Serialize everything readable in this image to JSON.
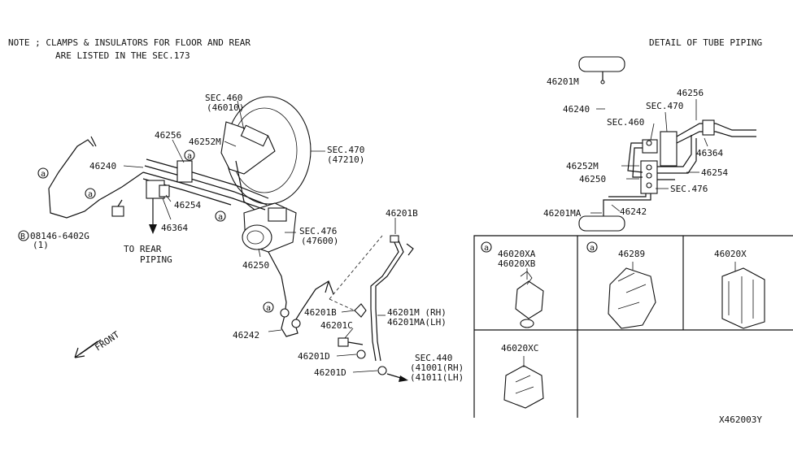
{
  "note": {
    "line1": "NOTE ; CLAMPS & INSULATORS FOR FLOOR AND REAR",
    "line2": "ARE LISTED IN THE SEC.173"
  },
  "detail_title": "DETAIL OF TUBE PIPING",
  "diagram_id": "X462003Y",
  "front_label": "FRONT",
  "circle_marker": "a",
  "main_labels": {
    "p46240": "46240",
    "p46256": "46256",
    "p46252M": "46252M",
    "sec460": "SEC.460",
    "sec460_sub": "(46010)",
    "sec470": "SEC.470",
    "sec470_sub": "(47210)",
    "p46254": "46254",
    "p46364": "46364",
    "bolt": "08146-6402G",
    "bolt_qty": "(1)",
    "bolt_prefix": "B",
    "to_rear": "TO REAR",
    "piping": "PIPING",
    "sec476": "SEC.476",
    "sec476_sub": "(47600)",
    "p46250": "46250",
    "p46201B_top": "46201B",
    "p46201B": "46201B",
    "p46201M": "46201M (RH)",
    "p46201MA": "46201MA(LH)",
    "p46201C": "46201C",
    "p46242": "46242",
    "p46201D_1": "46201D",
    "p46201D_2": "46201D",
    "sec440": "SEC.440",
    "sec440_rh": "(41001(RH)",
    "sec440_lh": "(41011(LH)"
  },
  "detail_labels": {
    "p46201M": "46201M",
    "p46240": "46240",
    "p46256": "46256",
    "sec470": "SEC.470",
    "sec460": "SEC.460",
    "p46364": "46364",
    "p46252M": "46252M",
    "p46254": "46254",
    "p46250": "46250",
    "sec476": "SEC.476",
    "p46201MA": "46201MA",
    "p46242": "46242"
  },
  "clamp_cells": {
    "c1_line1": "46020XA",
    "c1_line2": "46020XB",
    "c2": "46289",
    "c3": "46020X",
    "c4": "46020XC"
  }
}
